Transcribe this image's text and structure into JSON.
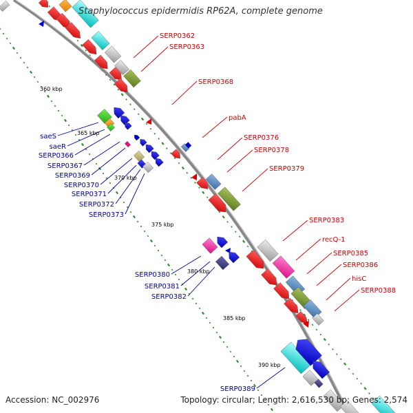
{
  "title": "Staphylococcus epidermidis RP62A, complete genome",
  "footer": {
    "accession": "Accession: NC_002976",
    "topology": "Topology: circular; Length: 2,616,530 bp; Genes: 2,574"
  },
  "colors": {
    "backbone": "#888888",
    "forward_label": "#cc0000",
    "reverse_label": "#000099",
    "tick": "#2d8a2d"
  },
  "kbp_labels": [
    "360 kbp",
    "365 kbp",
    "370 kbp",
    "375 kbp",
    "380 kbp",
    "385 kbp",
    "390 kbp"
  ],
  "forward_genes": [
    "SERP0362",
    "SERP0363",
    "SERP0368",
    "pabA",
    "SERP0376",
    "SERP0378",
    "SERP0379",
    "SERP0383",
    "recQ-1",
    "SERP0385",
    "SERP0386",
    "hisC",
    "SERP0388"
  ],
  "reverse_genes": [
    "saeS",
    "saeR",
    "SERP0366",
    "SERP0367",
    "SERP0369",
    "SERP0370",
    "SERP0371",
    "SERP0372",
    "SERP0373",
    "SERP0380",
    "SERP0381",
    "SERP0382",
    "SERP0389"
  ]
}
